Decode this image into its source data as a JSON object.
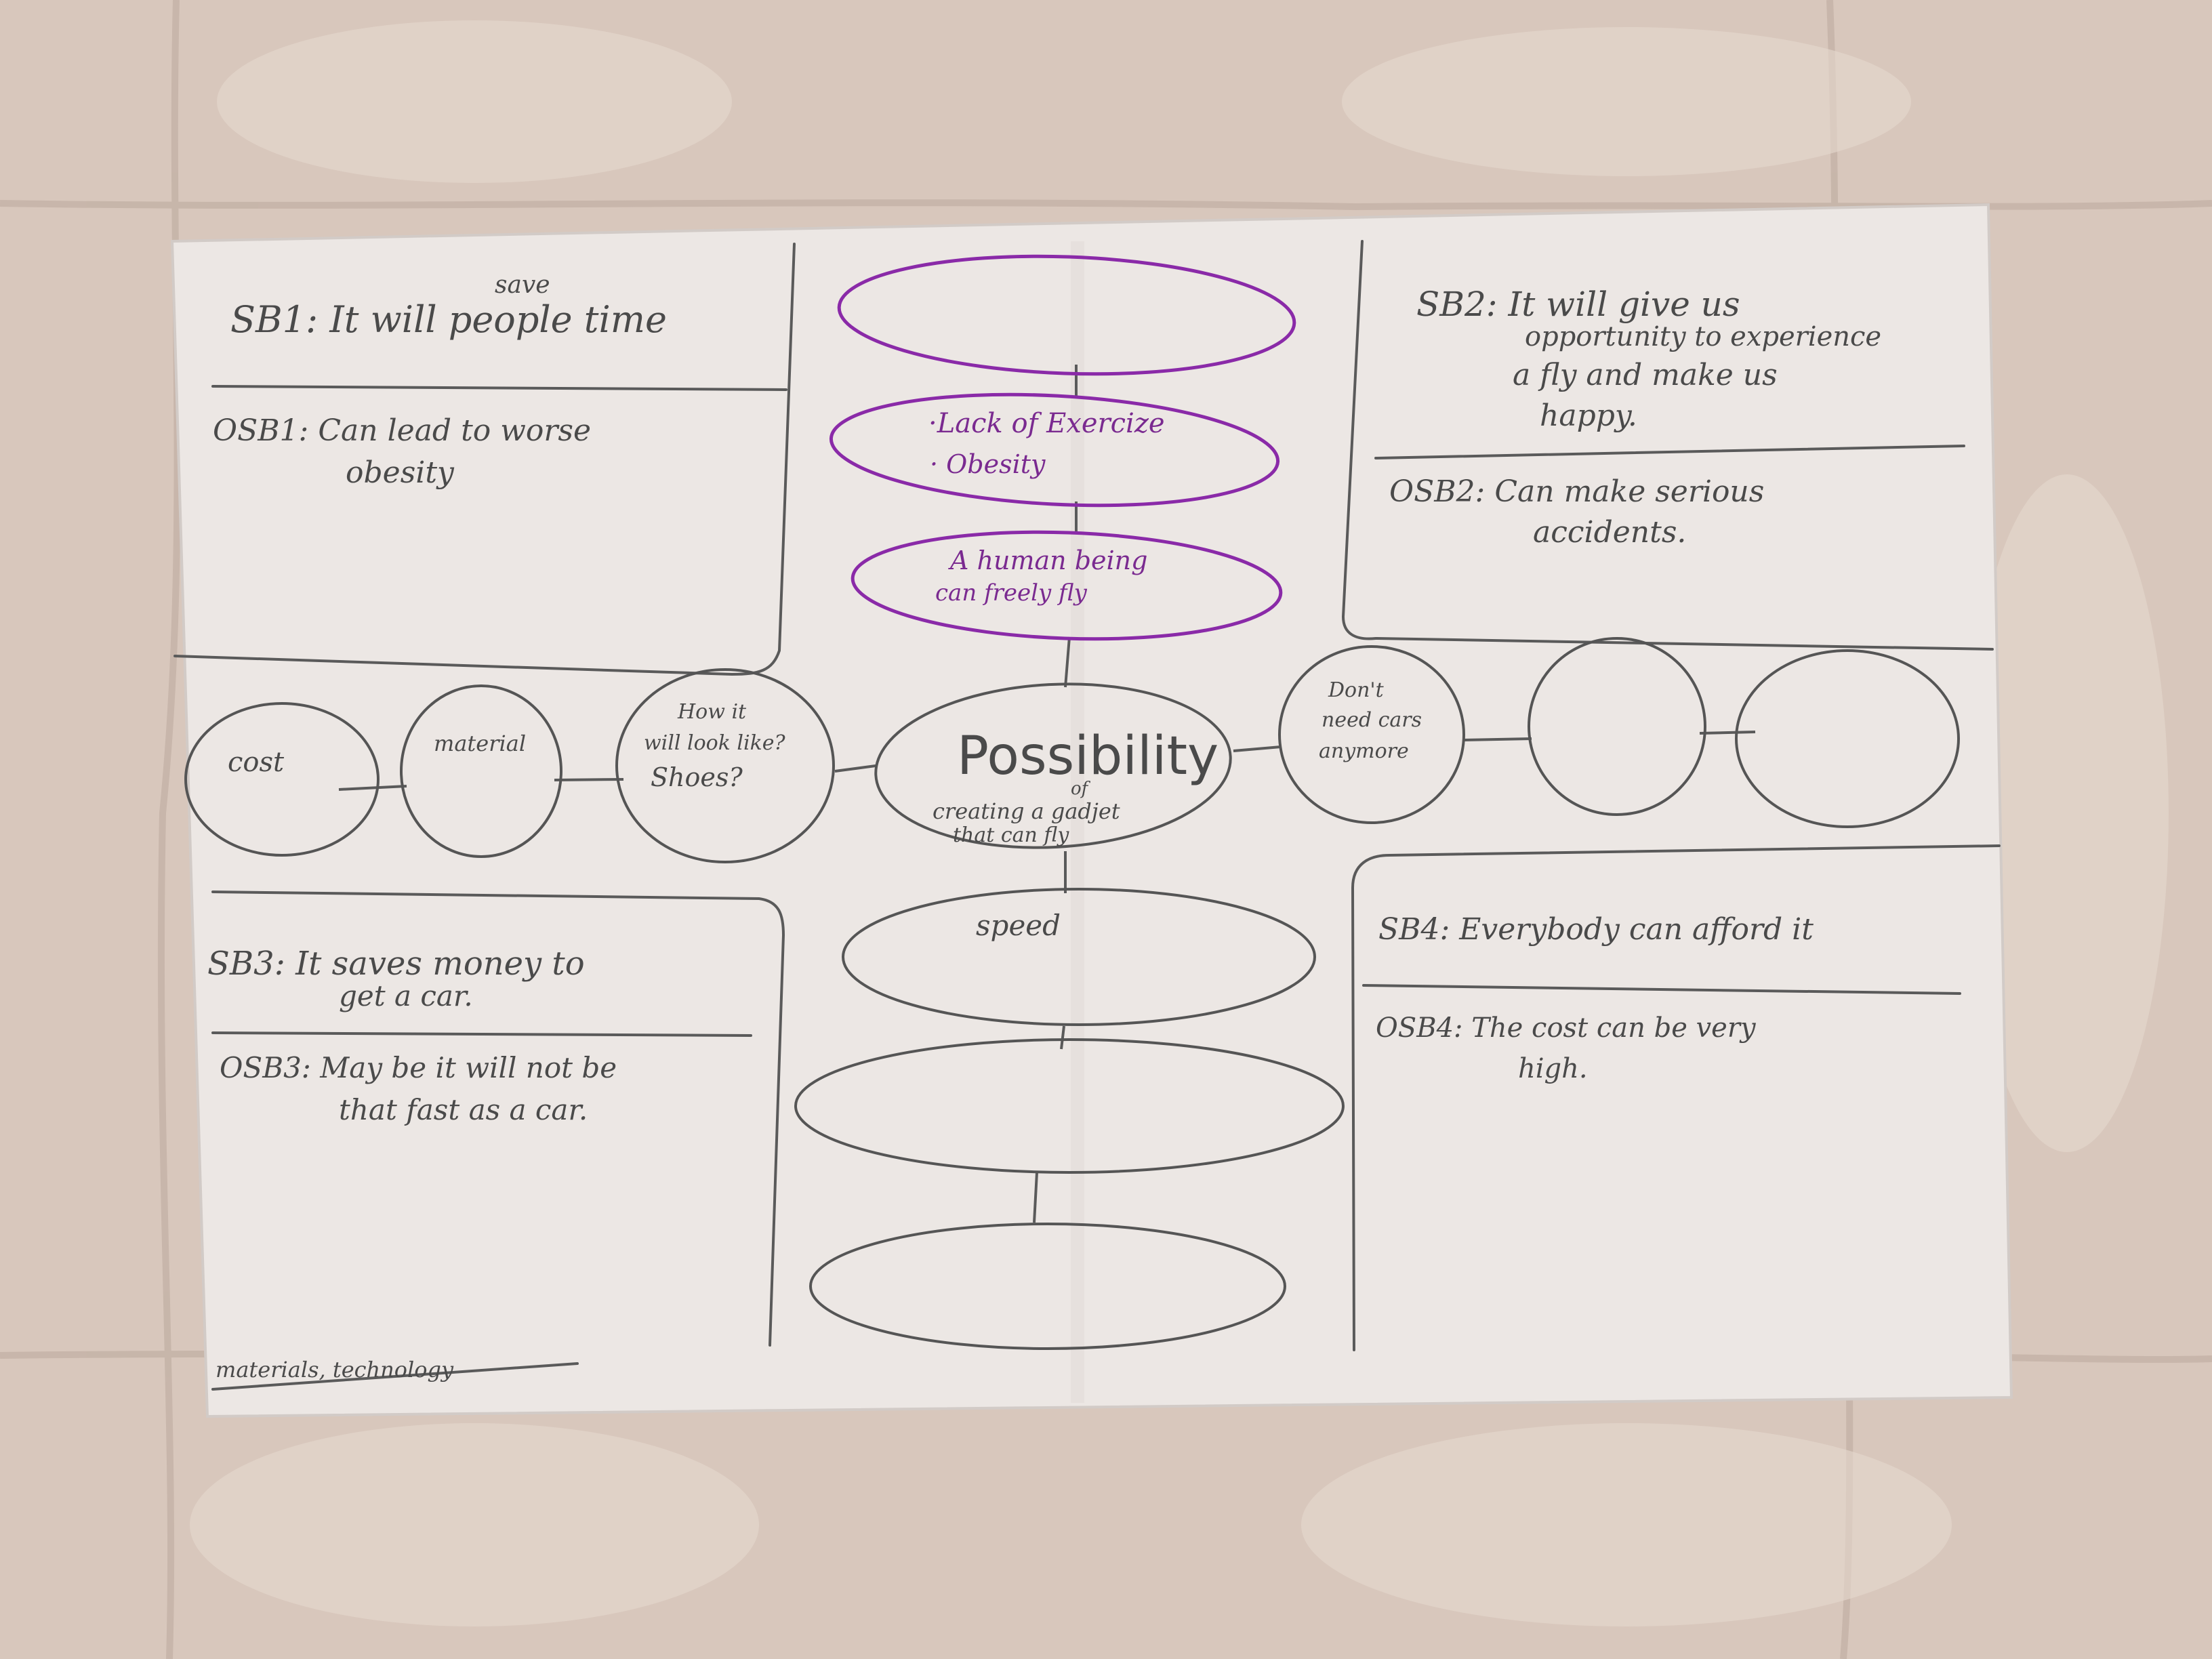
{
  "colors": {
    "bedsheet": "#d9c8bd",
    "paper": "#ede8e6",
    "pencil": "#555555",
    "marker": "#8a2aa8"
  },
  "sb1": {
    "insert": "save",
    "text": "SB1: It will people time",
    "osb": "OSB1: Can lead to worse",
    "osb_cont": "obesity"
  },
  "sb2": {
    "line1": "SB2: It will give us",
    "line2": "opportunity to experience",
    "line3": "a fly and make us",
    "line4": "happy.",
    "osb": "OSB2: Can make serious",
    "osb_cont": "accidents."
  },
  "sb3": {
    "line1": "SB3: It saves money to",
    "line2": "get a car.",
    "osb": "OSB3: May be it will not be",
    "osb_cont": "that fast as a car."
  },
  "sb4": {
    "text": "SB4: Everybody can afford it",
    "osb": "OSB4: The cost can be very",
    "osb_cont": "high."
  },
  "center": {
    "title": "Possibility",
    "line1": "of",
    "line2": "creating a gadjet",
    "line3": "that can fly"
  },
  "top_nodes": {
    "node2_line1": "·Lack of Exercize",
    "node2_line2": "· Obesity",
    "node3_line1": "A human being",
    "node3_line2": "can freely fly"
  },
  "left_nodes": {
    "cost": "cost",
    "material": "material",
    "look_line1": "How it",
    "look_line2": "will look like?",
    "look_line3": "Shoes?"
  },
  "right_nodes": {
    "cars_line1": "Don't",
    "cars_line2": "need cars",
    "cars_line3": "anymore"
  },
  "bottom_nodes": {
    "speed": "speed"
  },
  "footnote": "materials, technology"
}
